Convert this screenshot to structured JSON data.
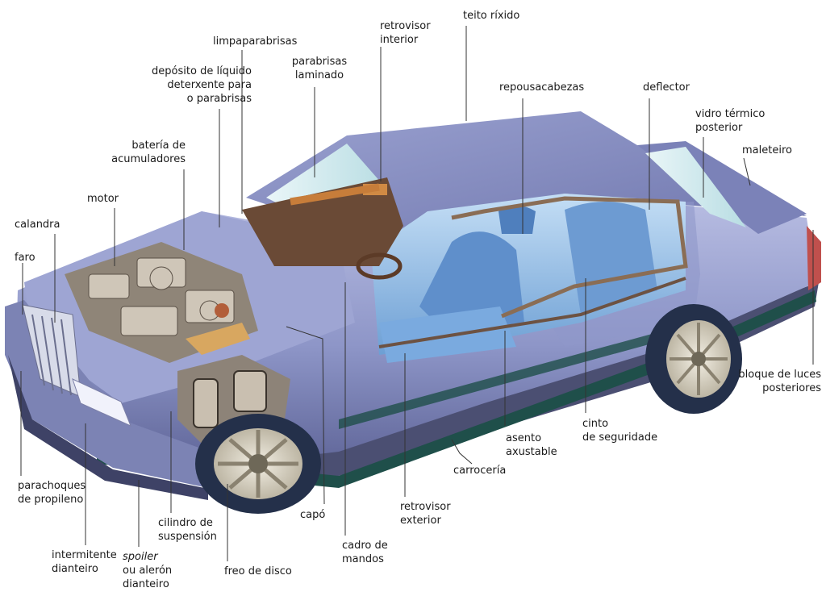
{
  "labels": {
    "limpaparabrisas": "limpaparabrisas",
    "retrovisor_interior": [
      "retrovisor",
      "interior"
    ],
    "teito_rixido": "teito ríxido",
    "deposito": [
      "depósito de líquido",
      "deterxente para",
      "o parabrisas"
    ],
    "parabrisas_laminado": [
      "parabrisas",
      "laminado"
    ],
    "repousacabezas": "repousacabezas",
    "deflector": "deflector",
    "vidro_termico": [
      "vidro térmico",
      "posterior"
    ],
    "bateria": [
      "batería de",
      "acumuladores"
    ],
    "maleteiro": "maleteiro",
    "motor": "motor",
    "calandra": "calandra",
    "faro": "faro",
    "bloque_luces": [
      "bloque de luces",
      "posteriores"
    ],
    "cinto": [
      "cinto",
      "de seguridade"
    ],
    "asento": [
      "asento",
      "axustable"
    ],
    "carroceria": "carrocería",
    "parachoques": [
      "parachoques",
      "de propileno"
    ],
    "cilindro": [
      "cilindro de",
      "suspensión"
    ],
    "capo": "capó",
    "retrovisor_exterior": [
      "retrovisor",
      "exterior"
    ],
    "cadro": [
      "cadro de",
      "mandos"
    ],
    "intermitente": [
      "intermitente",
      "dianteiro"
    ],
    "spoiler": [
      "spoiler",
      "ou alerón",
      "dianteiro"
    ],
    "freo": "freo de disco"
  },
  "colors": {
    "body": "#8e96c8",
    "body_dark": "#5f6598",
    "body_light": "#c7cbe8",
    "interior": "#86b4e2",
    "interior_light": "#b9d6f2",
    "engine": "#a59a8c",
    "glass": "#d6ecf0",
    "stripe": "#1f4f4a",
    "tire": "#24304a",
    "leader": "#333333"
  }
}
